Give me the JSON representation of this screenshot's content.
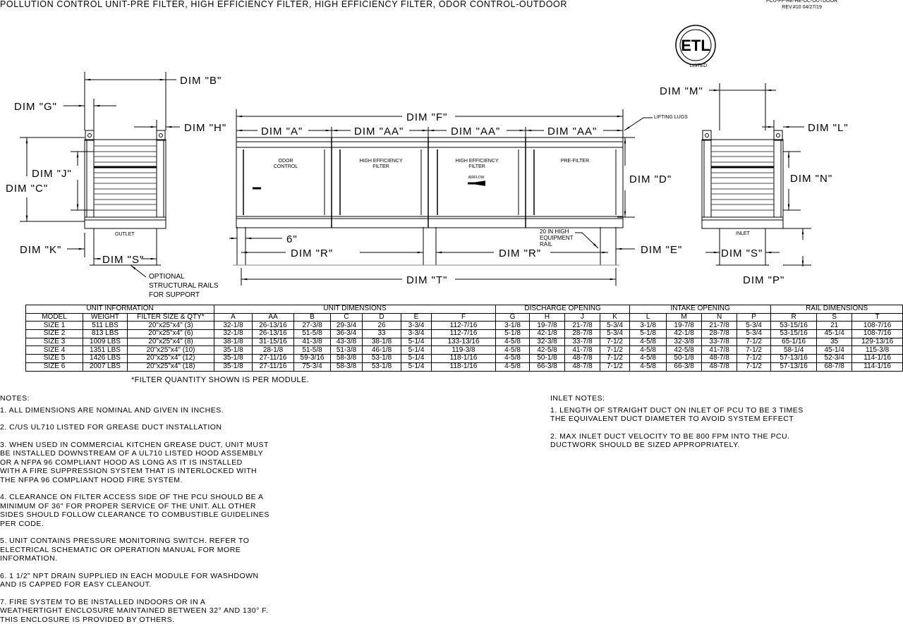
{
  "title": "POLLUTION CONTROL UNIT-PRE FILTER, HIGH EFFICIENCY FILTER, HIGH EFFICIENCY FILTER, ODOR CONTROL-OUTDOOR",
  "doc_id": "PCU-PF-HE-HE-OC-OUTDOOR",
  "revision": "REV.#10  04/27/19",
  "logo_text": "ETL LISTED",
  "drawing": {
    "dim_b": "DIM \"B\"",
    "dim_g": "DIM \"G\"",
    "dim_h": "DIM \"H\"",
    "dim_j": "DIM \"J\"",
    "dim_c": "DIM \"C\"",
    "dim_k": "DIM \"K\"",
    "dim_s_left": "DIM \"S\"",
    "outlet": "OUTLET",
    "rails_note": [
      "OPTIONAL",
      "STRUCTURAL RAILS",
      "FOR SUPPORT"
    ],
    "dim_f": "DIM \"F\"",
    "dim_a": "DIM \"A\"",
    "dim_aa_1": "DIM \"AA\"",
    "dim_aa_2": "DIM \"AA\"",
    "dim_aa_3": "DIM \"AA\"",
    "lifting_lugs": "LIFTING LUGS",
    "modules": [
      "ODOR",
      "CONTROL",
      "HIGH EFFICIENCY",
      "FILTER",
      "HIGH EFFICIENCY",
      "FILTER",
      "PRE-FILTER"
    ],
    "airflow": "AIRFLOW",
    "dim_d": "DIM \"D\"",
    "six_in": "6\"",
    "dim_r_1": "DIM \"R\"",
    "dim_r_2": "DIM \"R\"",
    "equip_rail": [
      "20 IN HIGH",
      "EQUIPMENT",
      "RAIL"
    ],
    "dim_e": "DIM \"E\"",
    "dim_t": "DIM \"T\"",
    "dim_m": "DIM \"M\"",
    "dim_l": "DIM \"L\"",
    "dim_n": "DIM \"N\"",
    "inlet": "INLET",
    "dim_s_right": "DIM \"S\"",
    "dim_p": "DIM \"P\""
  },
  "table": {
    "groups": [
      "UNIT INFORMATION",
      "UNIT DIMENSIONS",
      "DISCHARGE OPENING",
      "INTAKE OPENING",
      "RAIL DIMENSIONS"
    ],
    "columns": [
      "MODEL",
      "WEIGHT",
      "FILTER SIZE & QTY*",
      "A",
      "AA",
      "B",
      "C",
      "D",
      "E",
      "F",
      "G",
      "H",
      "J",
      "K",
      "L",
      "M",
      "N",
      "P",
      "R",
      "S",
      "T"
    ],
    "rows": [
      [
        "SIZE 1",
        "511 LBS",
        "20\"x25\"x4\" (3)",
        "32-1/8",
        "26-13/16",
        "27-3/8",
        "29-3/4",
        "26",
        "3-3/4",
        "112-7/16",
        "3-1/8",
        "19-7/8",
        "21-7/8",
        "5-3/4",
        "3-1/8",
        "19-7/8",
        "21-7/8",
        "5-3/4",
        "53-15/16",
        "21",
        "108-7/16"
      ],
      [
        "SIZE 2",
        "813 LBS",
        "20\"x25\"x4\" (6)",
        "32-1/8",
        "26-13/16",
        "51-5/8",
        "36-3/4",
        "33",
        "3-3/4",
        "112-7/16",
        "5-1/8",
        "42-1/8",
        "28-7/8",
        "5-3/4",
        "5-1/8",
        "42-1/8",
        "28-7/8",
        "5-3/4",
        "53-15/16",
        "45-1/4",
        "108-7/16"
      ],
      [
        "SIZE 3",
        "1009 LBS",
        "20\"x25\"x4\" (8)",
        "38-1/8",
        "31-15/16",
        "41-3/8",
        "43-3/8",
        "38-1/8",
        "5-1/4",
        "133-13/16",
        "4-5/8",
        "32-3/8",
        "33-7/8",
        "7-1/2",
        "4-5/8",
        "32-3/8",
        "33-7/8",
        "7-1/2",
        "65-1/16",
        "35",
        "129-13/16"
      ],
      [
        "SIZE 4",
        "1351 LBS",
        "20\"x25\"x4\" (10)",
        "35-1/8",
        "28-1/8",
        "51-5/8",
        "51-3/8",
        "46-1/8",
        "5-1/4",
        "119-3/8",
        "4-5/8",
        "42-5/8",
        "41-7/8",
        "7-1/2",
        "4-5/8",
        "42-5/8",
        "41-7/8",
        "7-1/2",
        "58-1/4",
        "45-1/4",
        "115-3/8"
      ],
      [
        "SIZE 5",
        "1426 LBS",
        "20\"x25\"x4\" (12)",
        "35-1/8",
        "27-11/16",
        "59-3/16",
        "58-3/8",
        "53-1/8",
        "5-1/4",
        "118-1/16",
        "4-5/8",
        "50-1/8",
        "48-7/8",
        "7-1/2",
        "4-5/8",
        "50-1/8",
        "48-7/8",
        "7-1/2",
        "57-13/16",
        "52-3/4",
        "114-1/16"
      ],
      [
        "SIZE 6",
        "2007 LBS",
        "20\"x25\"x4\" (18)",
        "35-1/8",
        "27-11/16",
        "75-3/4",
        "58-3/8",
        "53-1/8",
        "5-1/4",
        "118-1/16",
        "4-5/8",
        "66-3/8",
        "48-7/8",
        "7-1/2",
        "4-5/8",
        "66-3/8",
        "48-7/8",
        "7-1/2",
        "57-13/16",
        "68-7/8",
        "114-1/16"
      ]
    ],
    "footnote": "*FILTER QUANTITY SHOWN IS PER MODULE."
  },
  "notes": {
    "heading": "NOTES:",
    "items": [
      [
        "1. ALL DIMENSIONS ARE NOMINAL AND GIVEN IN INCHES."
      ],
      [
        "2. C/US UL710 LISTED FOR GREASE DUCT INSTALLATION"
      ],
      [
        "3. WHEN USED IN COMMERCIAL KITCHEN GREASE DUCT, UNIT MUST",
        "BE INSTALLED DOWNSTREAM OF A UL710 LISTED HOOD ASSEMBLY",
        "OR A NFPA 96 COMPLIANT HOOD AS LONG AS IT IS INSTALLED",
        "WITH A FIRE SUPPRESSION SYSTEM THAT IS INTERLOCKED WITH",
        "THE NFPA 96 COMPLIANT HOOD FIRE SYSTEM."
      ],
      [
        "4. CLEARANCE ON FILTER ACCESS SIDE OF THE PCU SHOULD BE A",
        "MINIMUM OF 36\" FOR PROPER SERVICE OF THE UNIT. ALL OTHER",
        "SIDES SHOULD FOLLOW CLEARANCE TO COMBUSTIBLE GUIDELINES",
        "PER CODE."
      ],
      [
        "5. UNIT CONTAINS PRESSURE MONITORING SWITCH. REFER TO",
        "ELECTRICAL SCHEMATIC OR OPERATION MANUAL FOR MORE",
        "INFORMATION."
      ],
      [
        "6. 1 1/2\" NPT DRAIN SUPPLIED IN EACH MODULE FOR WASHDOWN",
        "AND IS CAPPED FOR EASY CLEANOUT."
      ],
      [
        "7. FIRE SYSTEM TO BE INSTALLED INDOORS OR IN A",
        "WEATHERTIGHT ENCLOSURE MAINTAINED BETWEEN 32° AND 130° F.",
        "THIS ENCLOSURE IS PROVIDED BY OTHERS."
      ]
    ]
  },
  "inlet_notes": {
    "heading": "INLET NOTES:",
    "items": [
      [
        "1. LENGTH OF STRAIGHT DUCT ON INLET OF PCU TO BE 3 TIMES",
        "THE EQUIVALENT DUCT DIAMETER TO AVOID SYSTEM EFFECT"
      ],
      [
        "2. MAX INLET DUCT VELOCITY TO BE 800 FPM INTO THE PCU.",
        "DUCTWORK SHOULD BE SIZED APPROPRIATELY."
      ]
    ]
  }
}
